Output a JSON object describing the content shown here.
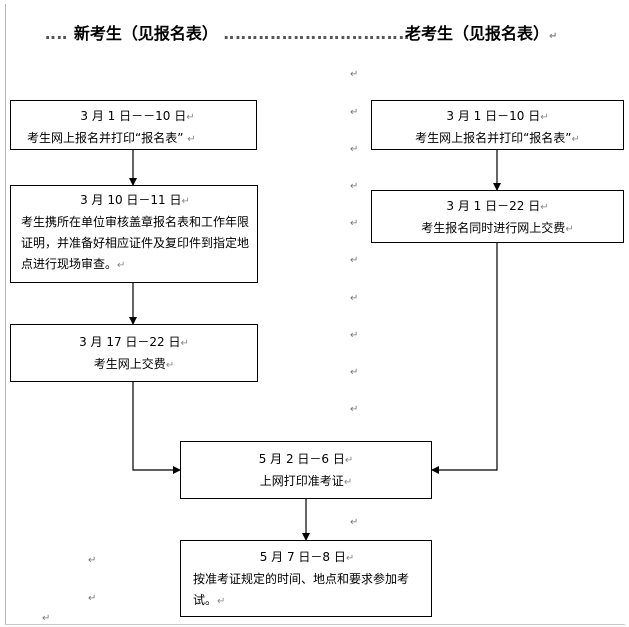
{
  "headings": {
    "leader": "‥‥",
    "new": "新考生（见报名表）",
    "mid_leader": "‥‥‥‥‥‥‥‥‥‥‥‥‥‥‥‥",
    "old": "老考生（见报名表）"
  },
  "para_mark": "↵",
  "boxes": {
    "new1": {
      "date": "3 月 1 日－－10 日",
      "text": "考生网上报名并打印“报名表”"
    },
    "new2": {
      "date": "3 月 10 日－11 日",
      "text": "考生携所在单位审核盖章报名表和工作年限证明，并准备好相应证件及复印件到指定地点进行现场审查。"
    },
    "new3": {
      "date": "3 月 17 日－22 日",
      "text": "考生网上交费"
    },
    "old1": {
      "date": "3 月 1 日－10 日",
      "text": "考生网上报名并打印“报名表”"
    },
    "old2": {
      "date": "3 月 1 日－22 日",
      "text": "考生报名同时进行网上交费"
    },
    "common1": {
      "date": "5 月 2 日－6 日",
      "text": "上网打印准考证"
    },
    "common2": {
      "date": "5 月 7 日－8 日",
      "text": "按准考证规定的时间、地点和要求参加考试。"
    }
  }
}
